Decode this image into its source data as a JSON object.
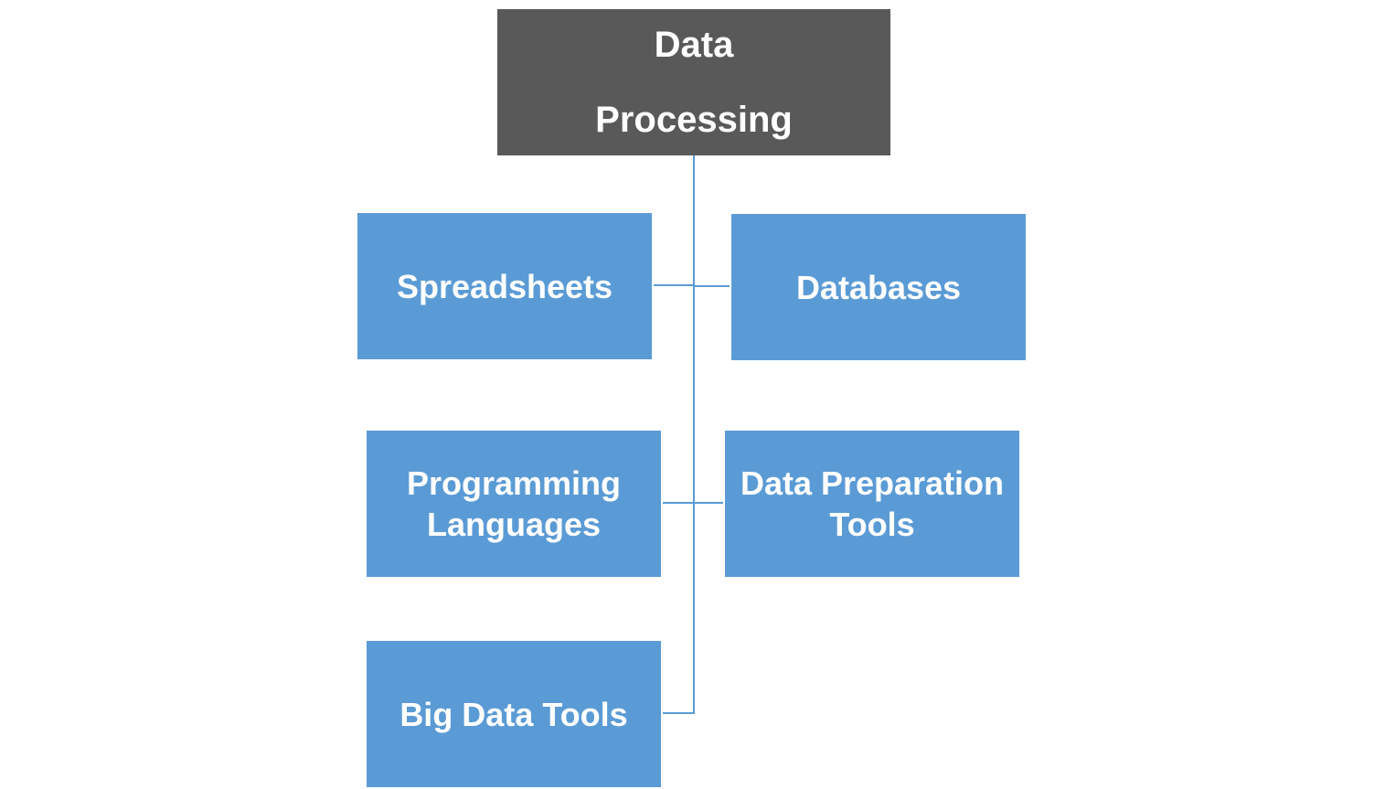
{
  "root": {
    "line1": "Data",
    "line2": "Processing"
  },
  "children": {
    "spreadsheets": "Spreadsheets",
    "databases": "Databases",
    "programming": {
      "line1": "Programming",
      "line2": "Languages"
    },
    "data_preparation": {
      "line1": "Data Preparation",
      "line2": "Tools"
    },
    "big_data": "Big Data Tools"
  },
  "colors": {
    "root_fill": "#595959",
    "child_fill": "#5b9bd5",
    "connector": "#5b9bd5",
    "text": "#ffffff"
  }
}
